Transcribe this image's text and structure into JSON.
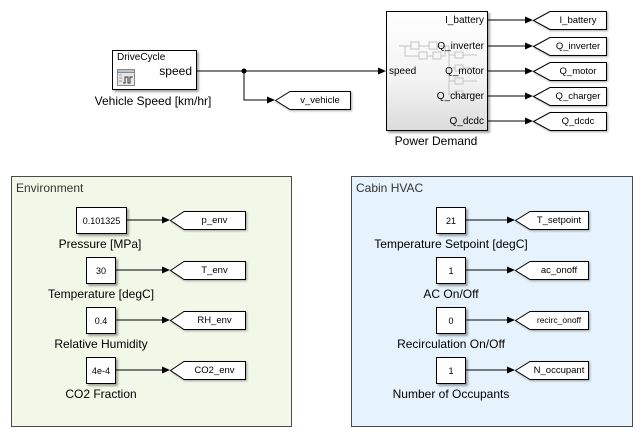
{
  "drive_cycle": {
    "block_title": "DriveCycle",
    "output_port": "speed",
    "label": "Vehicle Speed [km/hr]",
    "icon": "signal-builder-icon"
  },
  "v_vehicle_goto": "v_vehicle",
  "power_demand": {
    "label": "Power Demand",
    "input_port": "speed",
    "icon": "subsystem-icon",
    "outputs": [
      "I_battery",
      "Q_inverter",
      "Q_motor",
      "Q_charger",
      "Q_dcdc"
    ],
    "goto_tags": [
      "I_battery",
      "Q_inverter",
      "Q_motor",
      "Q_charger",
      "Q_dcdc"
    ]
  },
  "environment": {
    "title": "Environment",
    "color": "#f2f8e8",
    "rows": [
      {
        "value": "0.101325",
        "label": "Pressure [MPa]",
        "tag": "p_env"
      },
      {
        "value": "30",
        "label": "Temperature [degC]",
        "tag": "T_env"
      },
      {
        "value": "0.4",
        "label": "Relative Humidity",
        "tag": "RH_env"
      },
      {
        "value": "4e-4",
        "label": "CO2 Fraction",
        "tag": "CO2_env"
      }
    ]
  },
  "cabin_hvac": {
    "title": "Cabin HVAC",
    "color": "#e6f3fc",
    "rows": [
      {
        "value": "21",
        "label": "Temperature Setpoint [degC]",
        "tag": "T_setpoint"
      },
      {
        "value": "1",
        "label": "AC On/Off",
        "tag": "ac_onoff"
      },
      {
        "value": "0",
        "label": "Recirculation On/Off",
        "tag": "recirc_onoff"
      },
      {
        "value": "1",
        "label": "Number of Occupants",
        "tag": "N_occupant"
      }
    ]
  }
}
